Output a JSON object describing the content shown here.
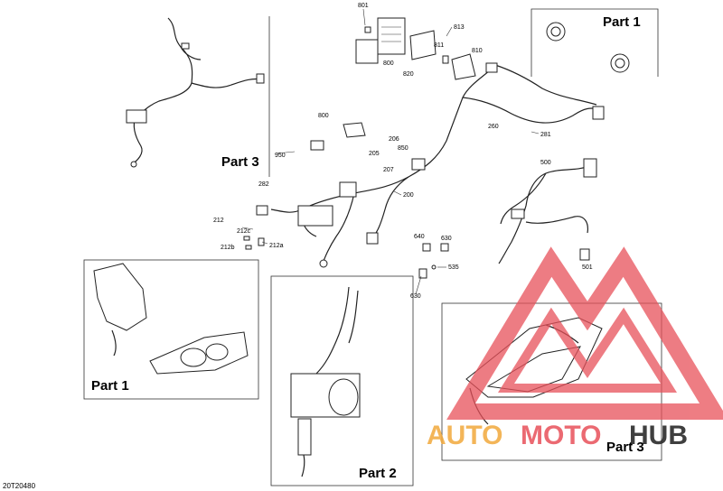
{
  "parts": {
    "part1_top": "Part 1",
    "part3_top": "Part 3",
    "part1_bottom": "Part 1",
    "part2": "Part 2",
    "part3_bottom": "Part 3"
  },
  "callouts": {
    "c801": "801",
    "c813": "813",
    "c800a": "800",
    "c820": "820",
    "c811": "811",
    "c810": "810",
    "c800b": "800",
    "c260": "260",
    "c281": "281",
    "c206": "206",
    "c950": "950",
    "c850": "850",
    "c205": "205",
    "c207": "207",
    "c500": "500",
    "c282": "282",
    "c200": "200",
    "c212": "212",
    "c212c": "212c",
    "c212b": "212b",
    "c212a": "212a",
    "c640": "640",
    "c630a": "630",
    "c535": "535",
    "c630b": "630",
    "c501": "501"
  },
  "drawing_code": "20T20480",
  "watermark": {
    "word1": "AUTO",
    "word2": "MOTO",
    "word3": "HUB",
    "color_auto": "#f2a93b",
    "color_moto": "#e8515a",
    "color_hub": "#2b2b2b",
    "logo_color": "#e8515a"
  }
}
